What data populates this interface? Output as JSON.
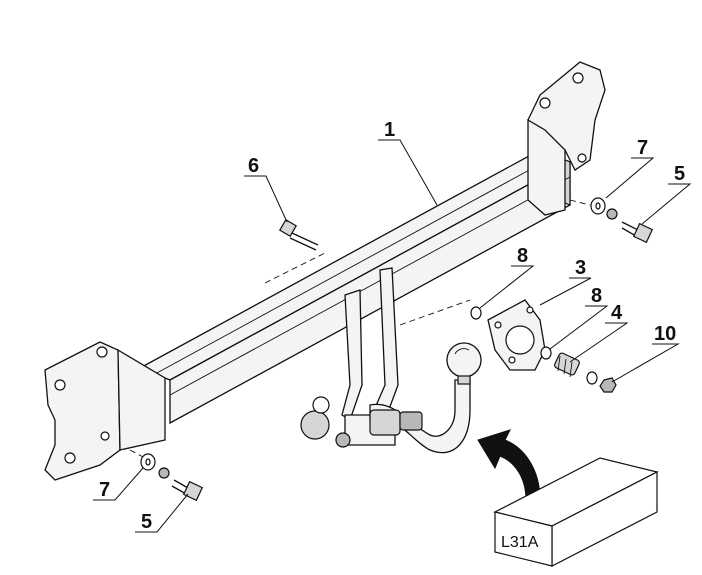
{
  "labels": {
    "p1": "1",
    "p3": "3",
    "p4": "4",
    "p5_right": "5",
    "p5_left": "5",
    "p6": "6",
    "p7_right": "7",
    "p7_left": "7",
    "p8_top": "8",
    "p8_mid": "8",
    "p10": "10"
  },
  "package": {
    "code": "L31A"
  },
  "colors": {
    "line": "#111111",
    "fill_light": "#f4f4f4",
    "fill_mid": "#d6d6d6",
    "fill_dark": "#b8b8b8"
  }
}
